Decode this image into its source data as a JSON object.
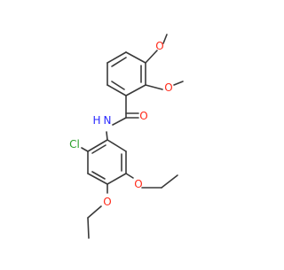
{
  "structure": {
    "atom_labels": {
      "o_methoxy_upper": "O",
      "o_methoxy_lower": "O",
      "o_carbonyl": "O",
      "n_amide": "N",
      "h_amide": "H",
      "cl": "Cl",
      "o_ethoxy_right": "O",
      "o_ethoxy_left": "O"
    },
    "colors": {
      "bond": "#3a3a3a",
      "oxygen": "#ff2a1a",
      "nitrogen": "#2a2aff",
      "chlorine": "#2aa02a"
    }
  }
}
